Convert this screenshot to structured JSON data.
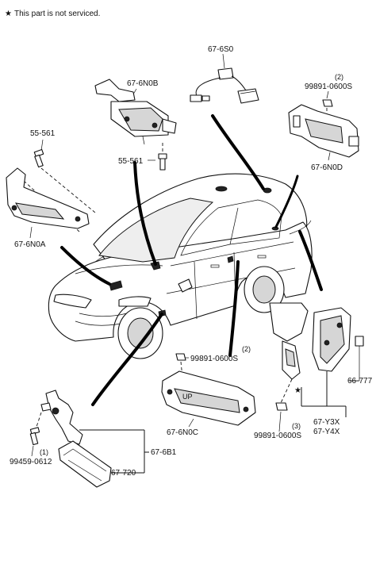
{
  "note": {
    "star": "★",
    "text": "This part is not serviced."
  },
  "labels": {
    "p_67_6S0": "67-6S0",
    "p_67_6N0B": "67-6N0B",
    "p_99891_0600S_top": "99891-0600S",
    "qty_top": "(2)",
    "p_55_561_left": "55-561",
    "p_55_561_mid": "55-561",
    "p_67_6N0D": "67-6N0D",
    "p_67_6N0A": "67-6N0A",
    "p_99891_0600S_mid": "99891-0600S",
    "qty_mid": "(2)",
    "p_66_777": "66-777",
    "p_67_6N0C": "67-6N0C",
    "p_67_Y3X": "67-Y3X",
    "p_67_Y4X": "67-Y4X",
    "p_99891_0600S_bot": "99891-0600S",
    "qty_bot": "(3)",
    "p_67_6B1": "67-6B1",
    "p_67_720": "67-720",
    "p_99459_0612": "99459-0612",
    "qty_99459": "(1)",
    "star_marker": "★",
    "module_marking": "UP"
  }
}
